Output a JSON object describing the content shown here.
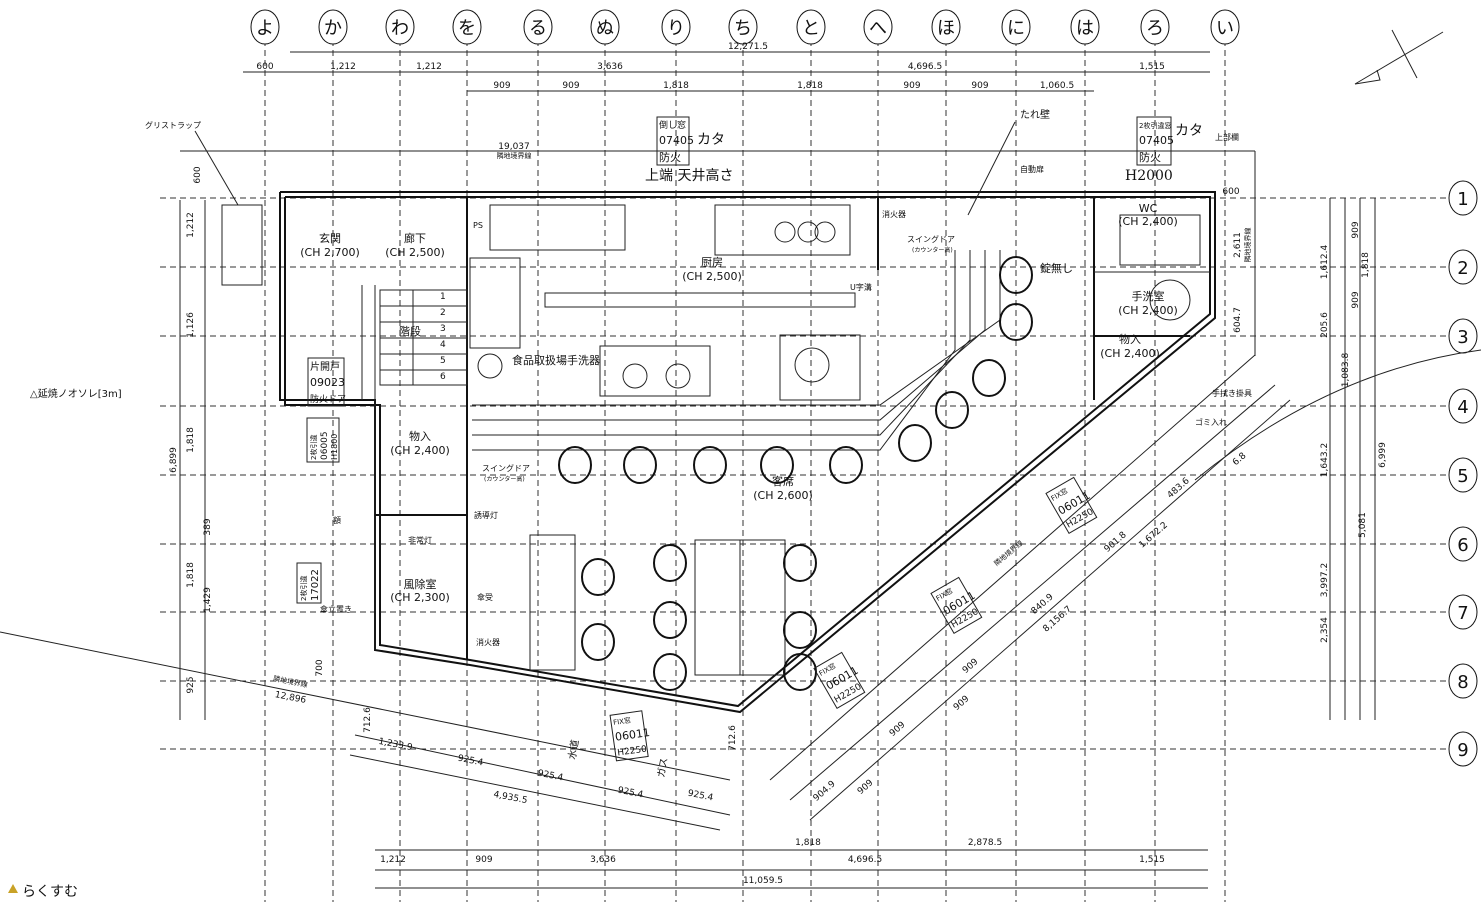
{
  "grid": {
    "columns": [
      "よ",
      "か",
      "わ",
      "を",
      "る",
      "ぬ",
      "り",
      "ち",
      "と",
      "へ",
      "ほ",
      "に",
      "は",
      "ろ",
      "い"
    ],
    "rows": [
      "1",
      "2",
      "3",
      "4",
      "5",
      "6",
      "7",
      "8",
      "9"
    ]
  },
  "dimensions": {
    "top_total": "12,271.5",
    "top_row1": [
      "600",
      "1,212",
      "1,212",
      "3,636",
      "4,696.5",
      "1,515"
    ],
    "top_row2": [
      "909",
      "909",
      "1,818",
      "1,818",
      "909",
      "909",
      "1,060.5"
    ],
    "boundary_top": "19,037",
    "boundary_top_label": "隣地境界線",
    "top_600": "600",
    "right_600": "600",
    "left": [
      "1,212",
      "1,126",
      "1,818",
      "6,899",
      "389",
      "1,818",
      "1,429",
      "925"
    ],
    "right": [
      "909",
      "1,612.4",
      "1,818",
      "909",
      "205.6",
      "1,083.8",
      "604.7",
      "1,643.2",
      "3,997.2",
      "5,081",
      "6,999",
      "2,354",
      "2,611"
    ],
    "right_boundary_label": "隣地境界線",
    "diagonal": [
      "1,672.2",
      "483.6",
      "909",
      "901.8",
      "840.9",
      "8,156.7",
      "909",
      "909",
      "909",
      "904.9",
      "6.8"
    ],
    "diagonal_boundary_label": "隣地境界線",
    "bottom_slant": [
      "1,233.9",
      "925.4",
      "925.4",
      "925.4",
      "925.4",
      "4,935.5",
      "712.6",
      "712.6",
      "700"
    ],
    "bottom_boundary": "12,896",
    "bottom_boundary_label": "隣地境界線",
    "bottom_row1": [
      "1,818",
      "2,878.5"
    ],
    "bottom_row2": [
      "1,212",
      "909",
      "3,636",
      "4,696.5",
      "1,515"
    ],
    "bottom_total": "11,059.5"
  },
  "rooms": {
    "entrance": {
      "name": "玄関",
      "ch": "(CH 2,700)"
    },
    "corridor": {
      "name": "廊下",
      "ch": "(CH 2,500)"
    },
    "stairs": {
      "name": "階段",
      "steps": [
        "1",
        "2",
        "3",
        "4",
        "5",
        "6"
      ]
    },
    "storage": {
      "name": "物入",
      "ch": "(CH 2,400)"
    },
    "windbreak": {
      "name": "風除室",
      "ch": "(CH 2,300)"
    },
    "kitchen": {
      "name": "厨房",
      "ch": "(CH 2,500)"
    },
    "seating": {
      "name": "客席",
      "ch": "(CH 2,600)"
    },
    "wc": {
      "name": "WC",
      "ch": "(CH 2,400)"
    },
    "washroom": {
      "name": "手洗室",
      "ch": "(CH 2,400)"
    },
    "storage2": {
      "name": "物入",
      "ch": "(CH 2,400)"
    }
  },
  "annotations": {
    "grease_trap": "グリストラップ",
    "hanging_wall": "たれ壁",
    "ps": "PS",
    "hand_washer": "食品取扱場手洗器",
    "u_gutter": "U字溝",
    "extinguisher": "消火器",
    "extinguisher2": "消火器",
    "swing_door": "スイングドア",
    "swing_door_sub": "(カウンター高)",
    "swing_door2": "スイングドア",
    "swing_door2_sub": "(カウンター高)",
    "no_lock": "錠無し",
    "towel_hanger": "手拭き掛具",
    "trash": "ゴミ入れ",
    "emergency_light": "非常灯",
    "guide_light": "誘導灯",
    "umbrella": "傘受",
    "umbrella_stand": "傘立置き",
    "frame": "額",
    "auto_door": "自動扉",
    "upper_frame": "上部欄",
    "fire_spread": "△延焼ノオソレ[3m]",
    "water": "水道",
    "gas": "ガス",
    "kata": "カタ",
    "upper_end": "上端 天井高さ",
    "h2000": "H2000"
  },
  "window_tags": {
    "w1": [
      "倒し窓",
      "07405",
      "防火"
    ],
    "w2": [
      "2枚引違窓",
      "07405",
      "防火"
    ],
    "d1": [
      "片開戸",
      "09023",
      "防火ドア"
    ],
    "d2": [
      "2枚引違",
      "06005",
      "H1800"
    ],
    "d3": [
      "2枚引違",
      "17022"
    ],
    "f1": [
      "FIX窓",
      "06011",
      "H2250"
    ],
    "f2": [
      "FIX窓",
      "06011",
      "H2250"
    ],
    "f3": [
      "FIX窓",
      "06011",
      "H2250"
    ],
    "f4": [
      "FIX窓",
      "06011",
      "H2250"
    ]
  },
  "logo": "らくすむ"
}
